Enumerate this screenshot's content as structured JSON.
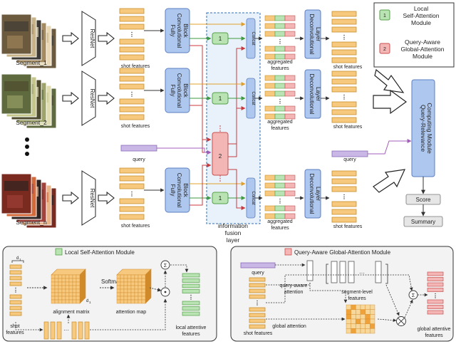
{
  "colors": {
    "shot": "#f7c97f",
    "shot_edge": "#c98f2a",
    "block": "#aec7ef",
    "block_edge": "#5b7fc0",
    "local": "#b9e3b2",
    "local_edge": "#55a04a",
    "global": "#f4b5b5",
    "global_edge": "#c85050",
    "query": "#c9b7e6",
    "query_edge": "#8a6bb9",
    "arrow_orange": "#e0a02a",
    "arrow_red": "#c8393f",
    "arrow_green": "#3e9a3e",
    "arrow_purple": "#a25dbb",
    "fusion_box": "#2f6eb5"
  },
  "icons": {
    "arrow": "hollow-arrow-icon",
    "ellipsis": "vertical-dots-icon",
    "sum": "sigma-circle-icon",
    "product": "dot-circle-icon",
    "outer": "otimes-circle-icon"
  },
  "segments": [
    {
      "name": "Segment_1"
    },
    {
      "name": "Segment_2"
    },
    {
      "name": "Segment_n"
    }
  ],
  "labels": {
    "resnet": "ResNet",
    "fcb": "Fully Convolutional Block",
    "fcb_line1": "Fully",
    "fcb_line2": "Convolutional",
    "fcb_line3": "Block",
    "shot_features": "shot features",
    "concat": "Concat",
    "aggregated_line1": "aggregated",
    "aggregated_line2": "features",
    "deconv_line1": "Deconvolutional",
    "deconv_line2": "Layer",
    "query": "query",
    "fusion_line1": "information",
    "fusion_line2": "fusion",
    "fusion_line3": "layer",
    "qrc_line1": "Query-Relevance",
    "qrc_line2": "Computing Module",
    "score": "Score",
    "summary": "Summary",
    "module_1": "1",
    "module_2": "2"
  },
  "legend": {
    "local_line1": "Local",
    "local_line2": "Self-Attention",
    "local_line3": "Module",
    "global_line1": "Query-Aware",
    "global_line2": "Global-Attention",
    "global_line3": "Module"
  },
  "local_panel": {
    "title": "Local Self-Attention Module",
    "d1": "d",
    "d1_sub": "1",
    "d2": "d",
    "d2_sub": "1",
    "softmax": "Softmax",
    "alignment_matrix": "alignment matrix",
    "attention_map": "attention map",
    "shot_line1": "shot",
    "shot_line2": "features",
    "output_line1": "local attentive",
    "output_line2": "features"
  },
  "global_panel": {
    "title": "Query-Aware Global-Attention Module",
    "query": "query",
    "qaa_line1": "query-aware",
    "qaa_line2": "attention",
    "seg_line1": "segment-level",
    "seg_line2": "features",
    "shot_features": "shot features",
    "global_attention": "global attention",
    "output_line1": "global attentive",
    "output_line2": "features"
  }
}
